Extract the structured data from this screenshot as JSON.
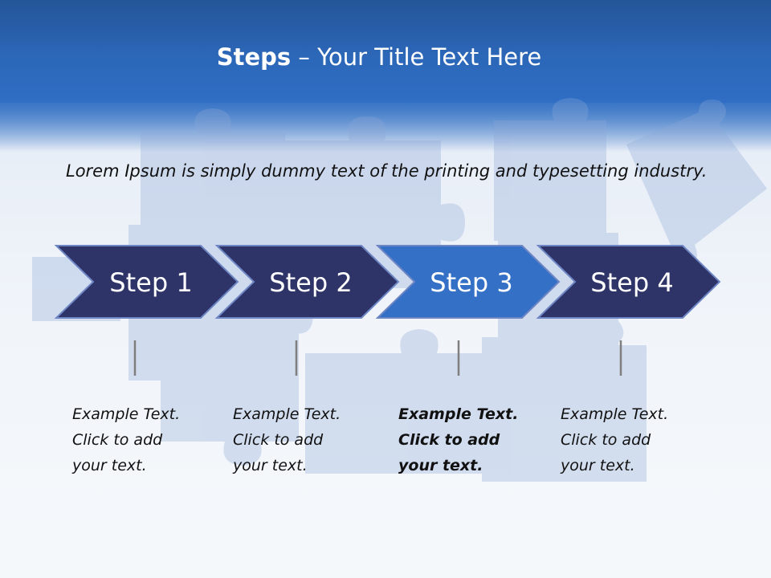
{
  "slide": {
    "title_bold": "Steps",
    "title_rest": " – Your Title Text Here",
    "intro": "Lorem Ipsum is simply dummy text of the printing and typesetting industry."
  },
  "steps": [
    {
      "label": "Step 1",
      "caption": [
        "Example Text.",
        "Click  to add",
        "your text."
      ],
      "highlighted": false
    },
    {
      "label": "Step 2",
      "caption": [
        "Example Text.",
        "Click  to add",
        "your text."
      ],
      "highlighted": false
    },
    {
      "label": "Step 3",
      "caption": [
        "Example Text.",
        "Click  to add",
        "your text."
      ],
      "highlighted": true
    },
    {
      "label": "Step 4",
      "caption": [
        "Example Text.",
        "Click  to add",
        "your text."
      ],
      "highlighted": false
    }
  ],
  "colors": {
    "step_fill": "#2e3468",
    "step_highlight_fill": "#3470c6",
    "step_stroke": "#6f86c4",
    "connector": "#7f7f7f",
    "puzzle_piece": "#8da7d6"
  },
  "icons": {
    "background": "puzzle-pieces-image"
  }
}
